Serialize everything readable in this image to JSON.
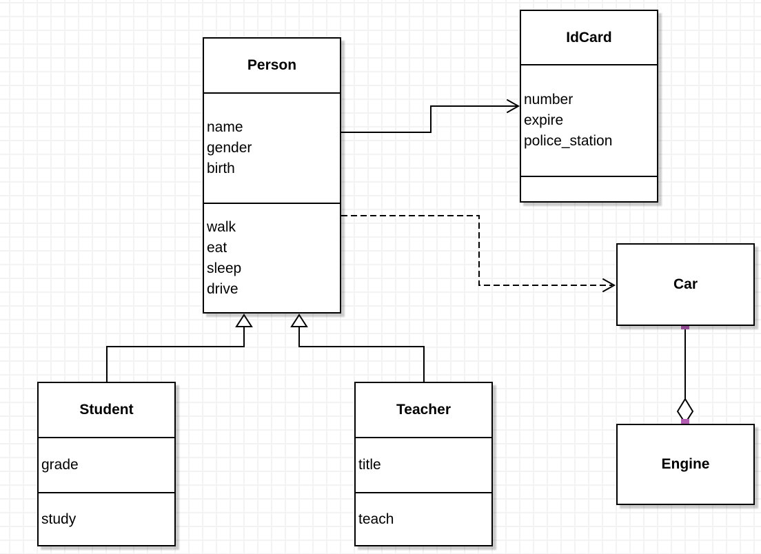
{
  "diagram": {
    "classes": {
      "person": {
        "title": "Person",
        "attributes": [
          "name",
          "gender",
          "birth"
        ],
        "methods": [
          "walk",
          "eat",
          "sleep",
          "drive"
        ]
      },
      "idcard": {
        "title": "IdCard",
        "attributes": [
          "number",
          "expire",
          "police_station"
        ],
        "methods": []
      },
      "car": {
        "title": "Car",
        "attributes": [],
        "methods": []
      },
      "engine": {
        "title": "Engine",
        "attributes": [],
        "methods": []
      },
      "student": {
        "title": "Student",
        "attributes": [
          "grade"
        ],
        "methods": [
          "study"
        ]
      },
      "teacher": {
        "title": "Teacher",
        "attributes": [
          "title"
        ],
        "methods": [
          "teach"
        ]
      }
    },
    "relationships": [
      {
        "from": "Person",
        "to": "IdCard",
        "type": "association",
        "line": "solid",
        "arrow": "open-arrow"
      },
      {
        "from": "Person",
        "to": "Car",
        "type": "dependency",
        "line": "dashed",
        "arrow": "open-arrow"
      },
      {
        "from": "Student",
        "to": "Person",
        "type": "generalization",
        "line": "solid",
        "arrow": "hollow-triangle"
      },
      {
        "from": "Teacher",
        "to": "Person",
        "type": "generalization",
        "line": "solid",
        "arrow": "hollow-triangle"
      },
      {
        "from": "Engine",
        "to": "Car",
        "type": "aggregation",
        "line": "solid",
        "arrow": "hollow-diamond"
      }
    ],
    "colors": {
      "box_fill": "#ffffff",
      "stroke": "#000000",
      "grid_line": "#f3f3f3",
      "endpoint_handle": "#b25db2",
      "shadow": "rgba(0,0,0,0.20)"
    }
  }
}
